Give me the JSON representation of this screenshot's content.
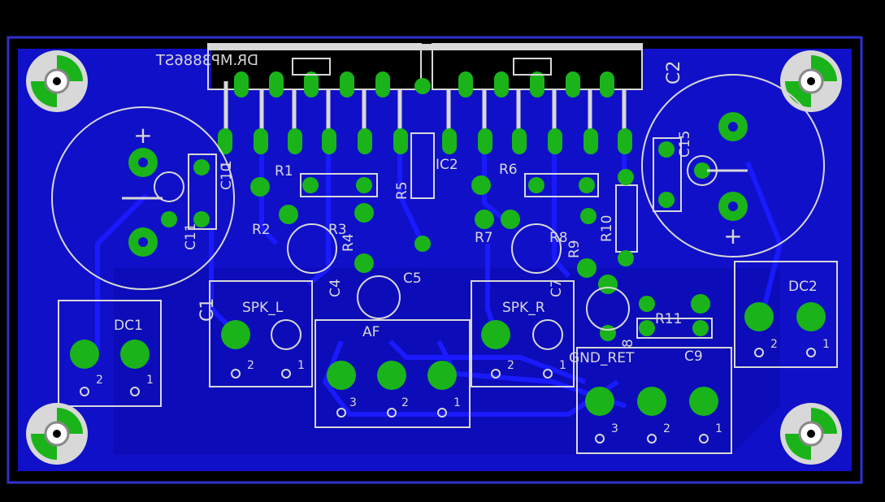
{
  "board": {
    "title": "DR.MP3886ST",
    "colors": {
      "background": "#000000",
      "copper": "#1010c8",
      "copper_dark": "#0808a0",
      "trace": "#0000ff",
      "pad": "#1ab41a",
      "silk": "#d8d8d8",
      "outline": "#3030d0"
    }
  },
  "components": {
    "c1": "C1",
    "c2": "C2",
    "c4": "C4",
    "c5": "C5",
    "c7": "C7",
    "c9": "C9",
    "c10": "C10",
    "c11": "C11",
    "c15": "C15",
    "ic1": "1",
    "ic2": "IC2",
    "r1": "R1",
    "r2": "R2",
    "r3": "R3",
    "r4": "R4",
    "r5": "R5",
    "r6": "R6",
    "r7": "R7",
    "r8": "R8",
    "r9": "R9",
    "r10": "R10",
    "r11": "R11",
    "c8": "8"
  },
  "connectors": {
    "dc1": {
      "label": "DC1",
      "pin1": "1",
      "pin2": "2"
    },
    "dc2": {
      "label": "DC2",
      "pin1": "1",
      "pin2": "2"
    },
    "spk_l": {
      "label": "SPK_L",
      "pin1": "1",
      "pin2": "2"
    },
    "spk_r": {
      "label": "SPK_R",
      "pin1": "1",
      "pin2": "2"
    },
    "af": {
      "label": "AF",
      "pin1": "1",
      "pin2": "2",
      "pin3": "3"
    },
    "gnd_ret": {
      "label": "GND_RET",
      "pin1": "1",
      "pin2": "2",
      "pin3": "3"
    }
  }
}
